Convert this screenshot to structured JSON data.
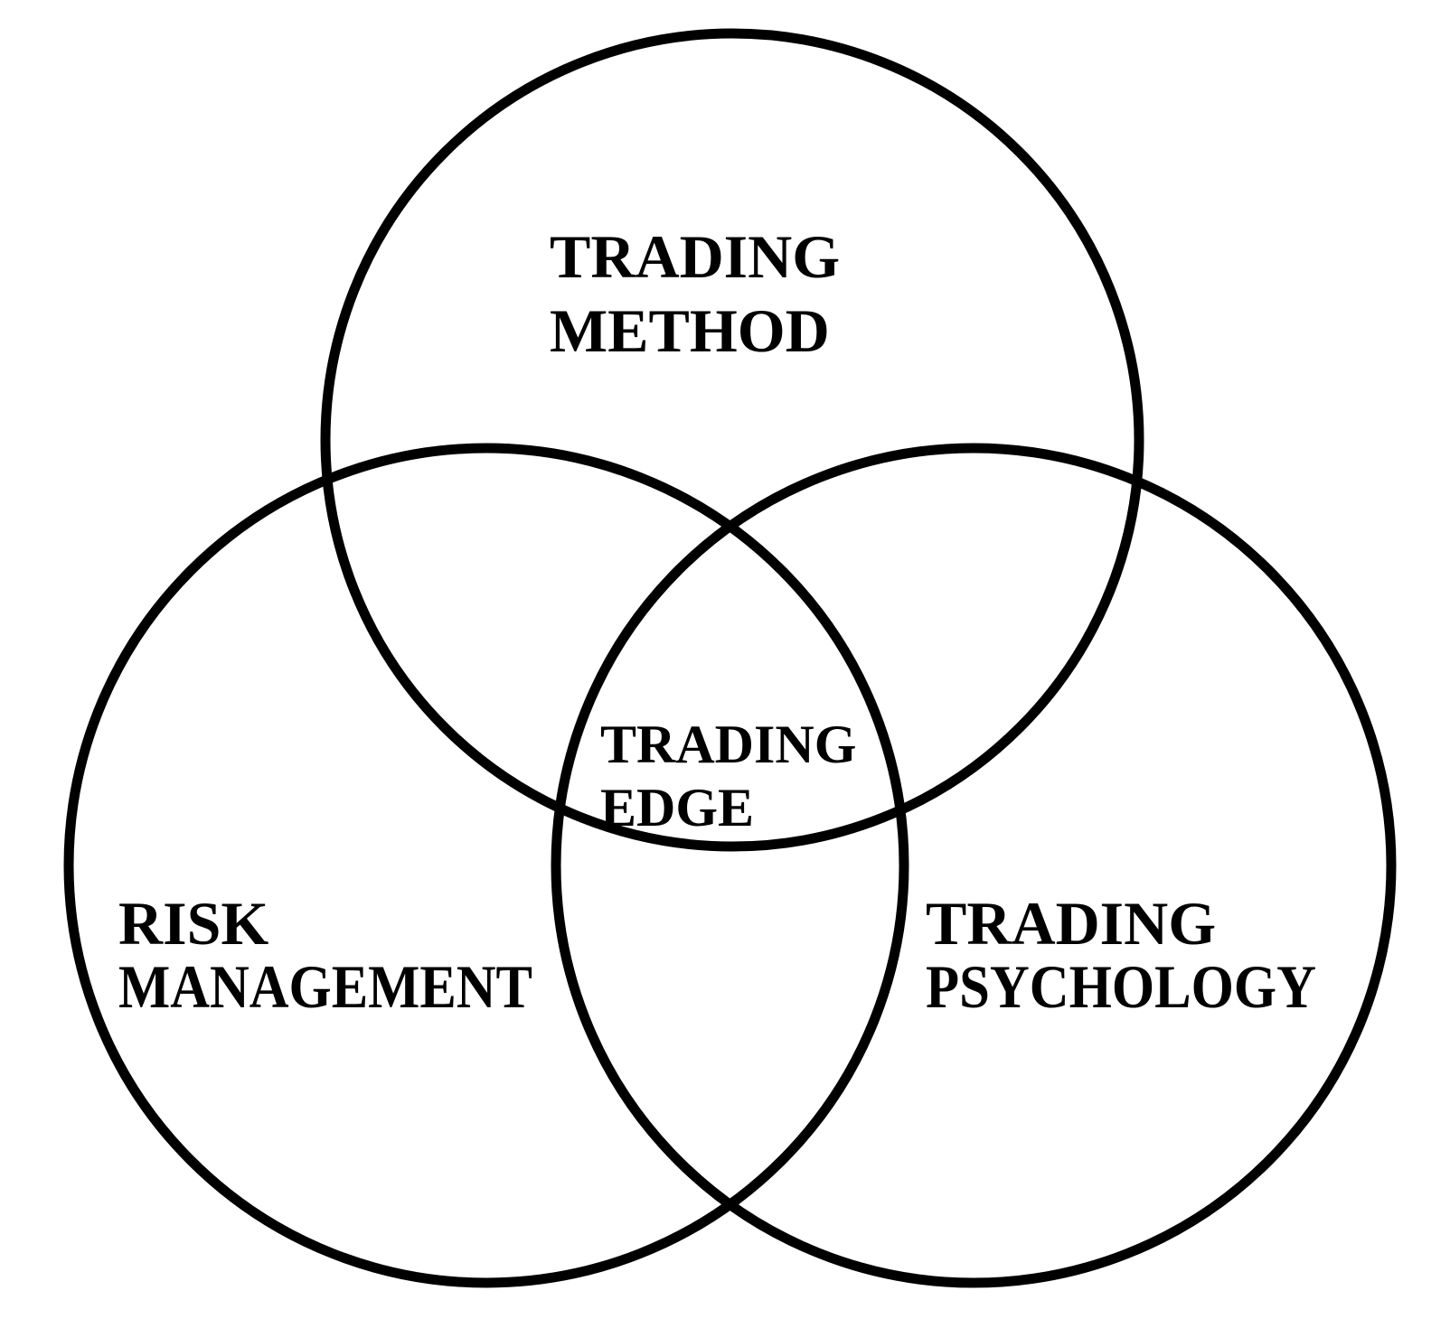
{
  "diagram": {
    "line_color": "#000000",
    "text_color": "#000000",
    "background_color": "#ffffff",
    "circles": {
      "top": {
        "lines": [
          "TRADING",
          "METHOD"
        ]
      },
      "left": {
        "lines": [
          "RISK",
          "MANAGEMENT"
        ]
      },
      "right": {
        "lines": [
          "TRADING",
          "PSYCHOLOGY"
        ]
      }
    },
    "center": {
      "lines": [
        "TRADING",
        "EDGE"
      ]
    }
  }
}
